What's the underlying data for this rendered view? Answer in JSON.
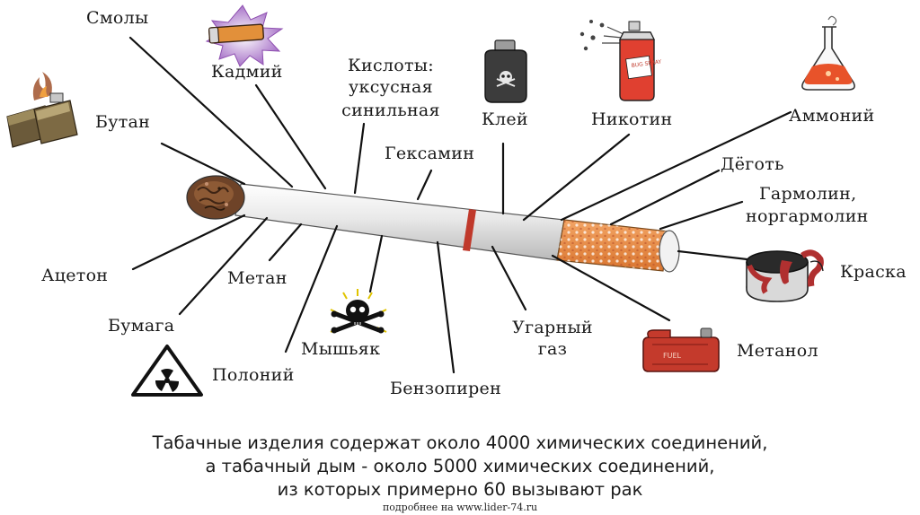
{
  "labels": {
    "smoly": "Смолы",
    "kadmiy": "Кадмий",
    "kisloty": "Кислоты:",
    "uksusnaya": "уксусная",
    "sinilnaya": "синильная",
    "butan": "Бутан",
    "kley": "Клей",
    "nikotin": "Никотин",
    "ammoniy": "Аммоний",
    "geksamin": "Гексамин",
    "degot": "Дёготь",
    "garmolin": "Гармолин,",
    "norgarmolin": "норгармолин",
    "kraska": "Краска",
    "aceton": "Ацетон",
    "metan": "Метан",
    "bumaga": "Бумага",
    "myshyak": "Мышьяк",
    "ugarny": "Угарный",
    "gaz": "газ",
    "metanol": "Метанол",
    "poloniy": "Полоний",
    "benzopiren": "Бензопирен"
  },
  "caption": {
    "line1": "Табачные изделия содержат около 4000 химических соединений,",
    "line2": "а табачный дым - около 5000 химических соединений,",
    "line3": "из которых примерно 60 вызывают рак"
  },
  "source": "подробнее на www.lider-74.ru",
  "icon_texts": {
    "spray_can": "BUG SPRAY",
    "fuel_can": "FUEL"
  },
  "colors": {
    "filter": "#e0833a",
    "filter_dots": "#c5582a",
    "tobacco": "#7a4a2a",
    "paper": "#efefef",
    "band": "#c0392b",
    "lines": "#111111"
  }
}
